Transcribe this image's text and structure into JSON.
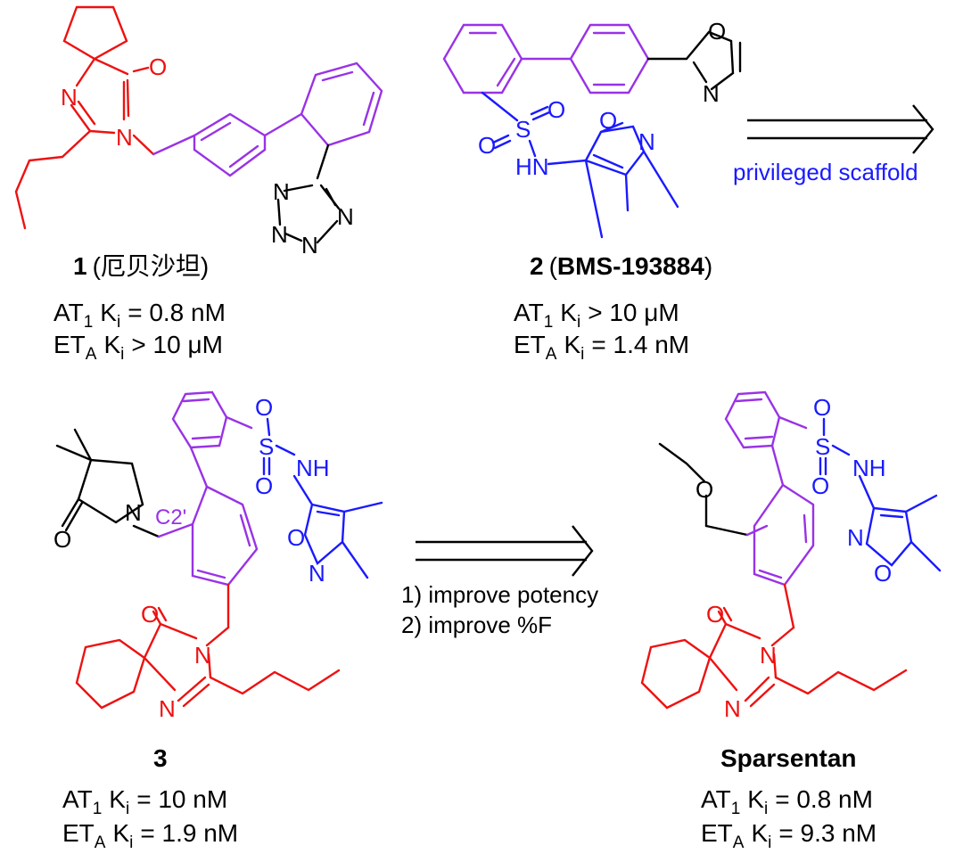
{
  "colors": {
    "spiro": "#ee1111",
    "biphenyl": "#9932e6",
    "sulfonamide": "#1a1aff",
    "other": "#000000"
  },
  "atoms": {
    "O": "O",
    "N": "N",
    "S": "S",
    "HN": "HN",
    "NH": "NH",
    "C2p": "C2'"
  },
  "compounds": [
    {
      "id": "1",
      "name": "(厄贝沙坦)",
      "at1_label": "AT",
      "at1_sub": "1",
      "ki_label": "K",
      "ki_sub": "i",
      "at1_value": "= 0.8 nM",
      "eta_label": "ET",
      "eta_sub": "A",
      "eta_value": "> 10 μM"
    },
    {
      "id": "2",
      "name": "BMS-193884",
      "at1_label": "AT",
      "at1_sub": "1",
      "ki_label": "K",
      "ki_sub": "i",
      "at1_value": "> 10 μM",
      "eta_label": "ET",
      "eta_sub": "A",
      "eta_value": "= 1.4 nM"
    },
    {
      "id": "3",
      "name": "",
      "at1_label": "AT",
      "at1_sub": "1",
      "ki_label": "K",
      "ki_sub": "i",
      "at1_value": "= 10 nM",
      "eta_label": "ET",
      "eta_sub": "A",
      "eta_value": "= 1.9 nM"
    },
    {
      "id": "Sparsentan",
      "name": "",
      "at1_label": "AT",
      "at1_sub": "1",
      "ki_label": "K",
      "ki_sub": "i",
      "at1_value": "= 0.8 nM",
      "eta_label": "ET",
      "eta_sub": "A",
      "eta_value": "= 9.3 nM"
    }
  ],
  "arrows": {
    "top_label": "privileged scaffold",
    "bottom_step1": "1) improve potency",
    "bottom_step2": "2) improve %F"
  }
}
